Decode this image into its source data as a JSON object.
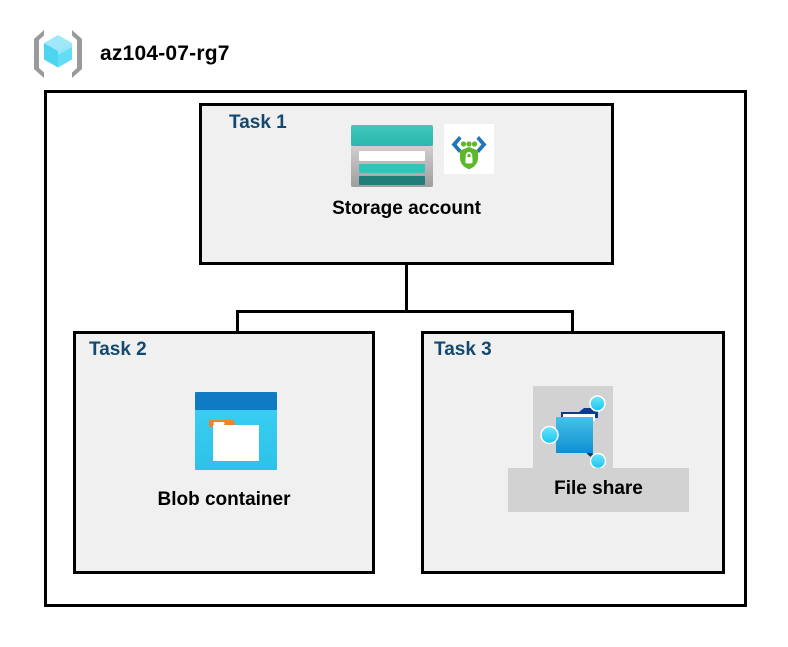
{
  "diagram": {
    "type": "azure-architecture-diagram",
    "resource_group": {
      "name": "az104-07-rg7",
      "icon": "resource-group-cube-icon"
    },
    "tasks": [
      {
        "id": "task1",
        "label": "Task 1",
        "node_label": "Storage account",
        "icons": [
          "storage-account-icon",
          "security-shield-lock-icon"
        ],
        "highlighted": false
      },
      {
        "id": "task2",
        "label": "Task 2",
        "node_label": "Blob container",
        "icons": [
          "blob-container-icon"
        ],
        "highlighted": false
      },
      {
        "id": "task3",
        "label": "Task 3",
        "node_label": "File share",
        "icons": [
          "file-share-icon"
        ],
        "highlighted": true
      }
    ],
    "connections": [
      {
        "from": "task1",
        "to": "task2"
      },
      {
        "from": "task1",
        "to": "task3"
      }
    ],
    "colors": {
      "task_label": "#14496f",
      "node_label": "#000000",
      "box_fill": "#f0f0f0",
      "box_border": "#000000",
      "canvas": "#ffffff",
      "highlight": "#d2d2d2",
      "storage_teal": "#32bfb4",
      "storage_teal_dark": "#1f7a73",
      "blob_blue": "#0f7bc4",
      "blob_cyan": "#32c8f0",
      "blob_orange": "#f0842a",
      "share_blue": "#1ba1e2",
      "share_node_cyan": "#32d2f0",
      "shield_green": "#5cb82a",
      "bracket_blue": "#1b6fb4",
      "cube_cyan": "#7fe3f7",
      "bracket_gray": "#9a9a9a"
    }
  }
}
